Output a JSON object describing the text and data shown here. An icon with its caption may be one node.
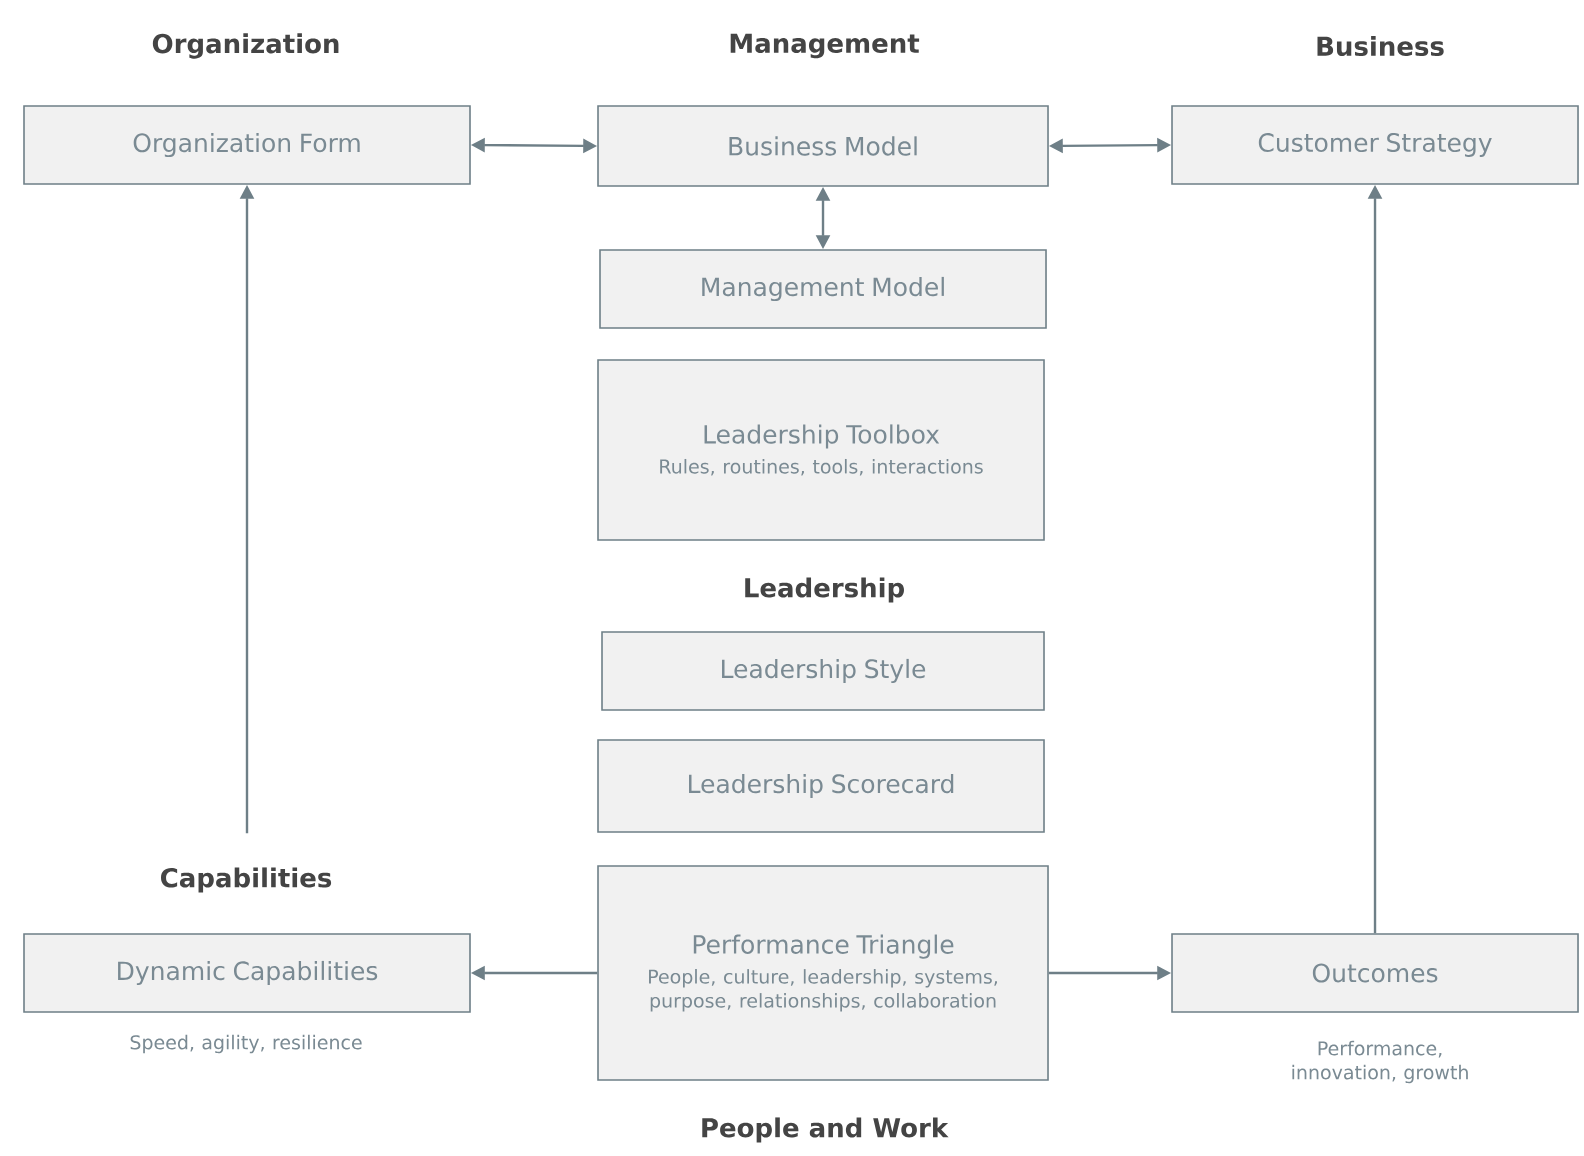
{
  "diagram": {
    "nodes": [
      {
        "text": [
          "Organization Form"
        ]
      },
      {
        "text": [
          "Business Model"
        ]
      },
      {
        "text": [
          "Customer Strategy"
        ]
      },
      {
        "text": [
          "Management Model"
        ]
      },
      {
        "text": [
          "Leadership Toolbox",
          "Rules, routines, tools, interactions"
        ]
      },
      {
        "text": [
          "Leadership Style"
        ]
      },
      {
        "text": [
          "Leadership Scorecard"
        ]
      },
      {
        "text": [
          "Performance Triangle",
          "People, culture, leadership, systems, purpose, relationships, collaboration"
        ]
      },
      {
        "text": [
          "Dynamic Capabilities"
        ],
        "beside": [
          "Speed, agility, resilience"
        ]
      },
      {
        "text": [
          "Outcomes"
        ],
        "beside": [
          "Performance, innovation, growth"
        ]
      }
    ],
    "edges": [
      {
        "from": 0,
        "to": 1,
        "arrow": "both"
      },
      {
        "from": 1,
        "to": 2,
        "arrow": "both"
      },
      {
        "from": 1,
        "to": 3,
        "arrow": "both"
      },
      {
        "from": 8,
        "to": 0,
        "arrow": "to"
      },
      {
        "from": 9,
        "to": 2,
        "arrow": "to"
      },
      {
        "from": 7,
        "to": 8,
        "arrow": "to"
      },
      {
        "from": 7,
        "to": 9,
        "arrow": "to"
      }
    ],
    "labels": [
      "Organization",
      "Management",
      "Business",
      "Leadership",
      "Capabilities",
      "People and Work"
    ]
  }
}
